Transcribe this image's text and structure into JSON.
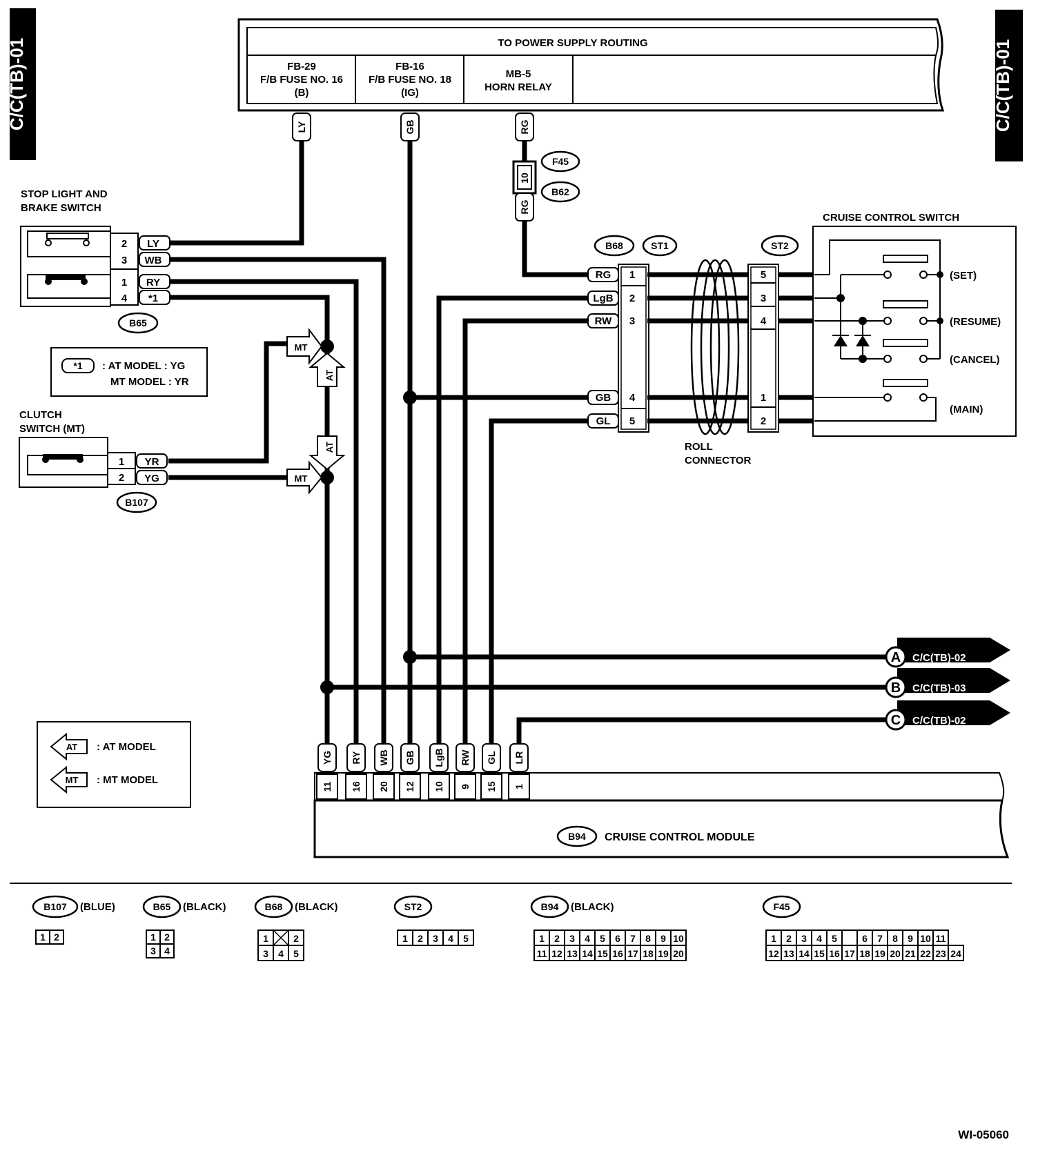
{
  "side_tabs": {
    "left": "C/C(TB)-01",
    "right": "C/C(TB)-01"
  },
  "power_supply": {
    "title": "TO POWER SUPPLY ROUTING",
    "fuses": [
      {
        "id": "FB-29",
        "line1": "F/B FUSE NO. 16",
        "line2": "(B)"
      },
      {
        "id": "FB-16",
        "line1": "F/B FUSE NO. 18",
        "line2": "(IG)"
      },
      {
        "id": "MB-5",
        "line1": "HORN RELAY",
        "line2": ""
      }
    ]
  },
  "stop_switch": {
    "label1": "STOP LIGHT AND",
    "label2": "BRAKE SWITCH",
    "connector": "B65",
    "pins": [
      {
        "no": "2",
        "wire": "LY"
      },
      {
        "no": "3",
        "wire": "WB"
      },
      {
        "no": "1",
        "wire": "RY"
      },
      {
        "no": "4",
        "wire": "*1"
      }
    ]
  },
  "note": {
    "mark": "*1",
    "line1": ": AT MODEL  :  YG",
    "line2": "MT MODEL  :  YR"
  },
  "clutch_switch": {
    "label1": "CLUTCH",
    "label2": "SWITCH (MT)",
    "connector": "B107",
    "pins": [
      {
        "no": "1",
        "wire": "YR"
      },
      {
        "no": "2",
        "wire": "YG"
      }
    ]
  },
  "model_marks": {
    "at": "AT",
    "mt": "MT"
  },
  "legend": {
    "at_text": ": AT MODEL",
    "mt_text": ": MT MODEL"
  },
  "horn_connectors": {
    "f45": "F45",
    "b62": "B62",
    "pin": "10",
    "wire_top": "RG",
    "wire_bot": "RG"
  },
  "supply_wires": {
    "ly": "LY",
    "gb": "GB",
    "rg": "RG"
  },
  "b68": {
    "connector": "B68",
    "st1": "ST1",
    "pins": [
      {
        "no": "1",
        "wire": "RG"
      },
      {
        "no": "2",
        "wire": "LgB"
      },
      {
        "no": "3",
        "wire": "RW"
      },
      {
        "no": "4",
        "wire": "GB"
      },
      {
        "no": "5",
        "wire": "GL"
      }
    ]
  },
  "roll_connector": {
    "line1": "ROLL",
    "line2": "CONNECTOR"
  },
  "st2": {
    "label": "ST2",
    "pins": [
      "5",
      "3",
      "4",
      "1",
      "2"
    ]
  },
  "cruise_switch": {
    "title": "CRUISE CONTROL SWITCH",
    "functions": [
      "(SET)",
      "(RESUME)",
      "(CANCEL)",
      "(MAIN)"
    ]
  },
  "refs": [
    {
      "letter": "A",
      "target": "C/C(TB)-02"
    },
    {
      "letter": "B",
      "target": "C/C(TB)-03"
    },
    {
      "letter": "C",
      "target": "C/C(TB)-02"
    }
  ],
  "module": {
    "connector": "B94",
    "title": "CRUISE CONTROL MODULE",
    "pins": [
      {
        "wire": "YG",
        "no": "11"
      },
      {
        "wire": "RY",
        "no": "16"
      },
      {
        "wire": "WB",
        "no": "20"
      },
      {
        "wire": "GB",
        "no": "12"
      },
      {
        "wire": "LgB",
        "no": "10"
      },
      {
        "wire": "RW",
        "no": "9"
      },
      {
        "wire": "GL",
        "no": "15"
      },
      {
        "wire": "LR",
        "no": "1"
      }
    ]
  },
  "connector_views": [
    {
      "id": "B107",
      "color": "(BLUE)",
      "rows": [
        [
          "1",
          "2"
        ]
      ]
    },
    {
      "id": "B65",
      "color": "(BLACK)",
      "rows": [
        [
          "1",
          "2"
        ],
        [
          "3",
          "4"
        ]
      ]
    },
    {
      "id": "B68",
      "color": "(BLACK)",
      "rows": [
        [
          "1",
          "",
          "2"
        ],
        [
          "3",
          "4",
          "5"
        ]
      ]
    },
    {
      "id": "ST2",
      "color": "",
      "rows": [
        [
          "1",
          "2",
          "3",
          "4",
          "5"
        ]
      ]
    },
    {
      "id": "B94",
      "color": "(BLACK)",
      "rows": [
        [
          "1",
          "2",
          "3",
          "4",
          "5",
          "6",
          "7",
          "8",
          "9",
          "10"
        ],
        [
          "11",
          "12",
          "13",
          "14",
          "15",
          "16",
          "17",
          "18",
          "19",
          "20"
        ]
      ]
    },
    {
      "id": "F45",
      "color": "",
      "rows": [
        [
          "1",
          "2",
          "3",
          "4",
          "5",
          "",
          "6",
          "7",
          "8",
          "9",
          "10",
          "11"
        ],
        [
          "12",
          "13",
          "14",
          "15",
          "16",
          "17",
          "18",
          "19",
          "20",
          "21",
          "22",
          "23",
          "24"
        ]
      ]
    }
  ],
  "figure_id": "WI-05060"
}
